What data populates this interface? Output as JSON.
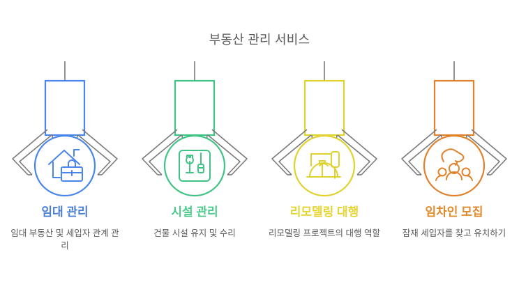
{
  "header": {
    "title": "부동산 관리 서비스",
    "title_color": "#58595b"
  },
  "colors": {
    "blue": "#4a85eb",
    "green": "#3fc485",
    "yellow": "#e0d22d",
    "orange": "#e0822b",
    "gray_line": "#7a7a7a",
    "body_text": "#595959",
    "title_blue": "#4a7fd4",
    "title_green": "#4cc98a",
    "title_yellow": "#e5d531",
    "title_orange": "#e08a2e"
  },
  "columns": [
    {
      "id": "rental-management",
      "title": "임대 관리",
      "title_color": "#4a7fd4",
      "accent": "#4a85eb",
      "description": "임대 부동산 및 세입자 관계 관리",
      "icon_name": "house-briefcase-icon"
    },
    {
      "id": "facility-management",
      "title": "시설 관리",
      "title_color": "#4cc98a",
      "accent": "#3fc485",
      "description": "건물 시설 유지 및 수리",
      "icon_name": "toolbox-wrench-screwdriver-icon"
    },
    {
      "id": "remodeling-agency",
      "title": "리모델링 대행",
      "title_color": "#e5d531",
      "accent": "#e0d22d",
      "description": "리모델링 프로젝트의 대행 역할",
      "icon_name": "hardhat-paint-roller-icon"
    },
    {
      "id": "tenant-recruitment",
      "title": "임차인 모집",
      "title_color": "#e08a2e",
      "accent": "#e0822b",
      "description": "잠재 세입자를 찾고 유치하기",
      "icon_name": "hand-people-group-icon"
    }
  ]
}
